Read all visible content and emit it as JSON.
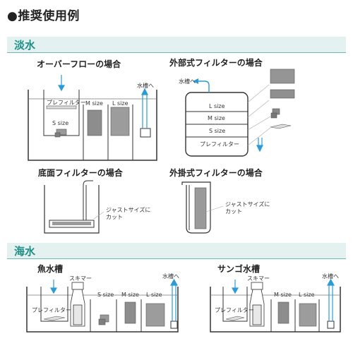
{
  "page_title": "●推奨使用例",
  "freshwater": {
    "section_label": "淡水",
    "overflow": {
      "heading": "オーバーフローの場合",
      "prefilter": "プレフィルター",
      "s_size": "S size",
      "m_size": "M size",
      "l_size": "L size",
      "to_tank": "水槽へ"
    },
    "external": {
      "heading": "外部式フィルターの場合",
      "to_tank": "水槽へ",
      "l_size": "L size",
      "m_size": "M size",
      "s_size": "S size",
      "prefilter": "プレフィルター"
    },
    "bottom": {
      "heading": "底面フィルターの場合",
      "note_line1": "ジャストサイズに",
      "note_line2": "カット"
    },
    "hangon": {
      "heading": "外掛式フィルターの場合",
      "note_line1": "ジャストサイズに",
      "note_line2": "カット"
    }
  },
  "marine": {
    "section_label": "海水",
    "fish": {
      "heading": "魚水槽",
      "skimmer": "スキマー",
      "prefilter": "プレフィルター",
      "s_size": "S size",
      "m_size": "M size",
      "l_size": "L size",
      "to_tank": "水槽へ"
    },
    "coral": {
      "heading": "サンゴ水槽",
      "skimmer": "スキマー",
      "prefilter": "プレフィルター",
      "m_size": "M size",
      "l_size": "L size",
      "to_tank": "水槽へ"
    }
  }
}
